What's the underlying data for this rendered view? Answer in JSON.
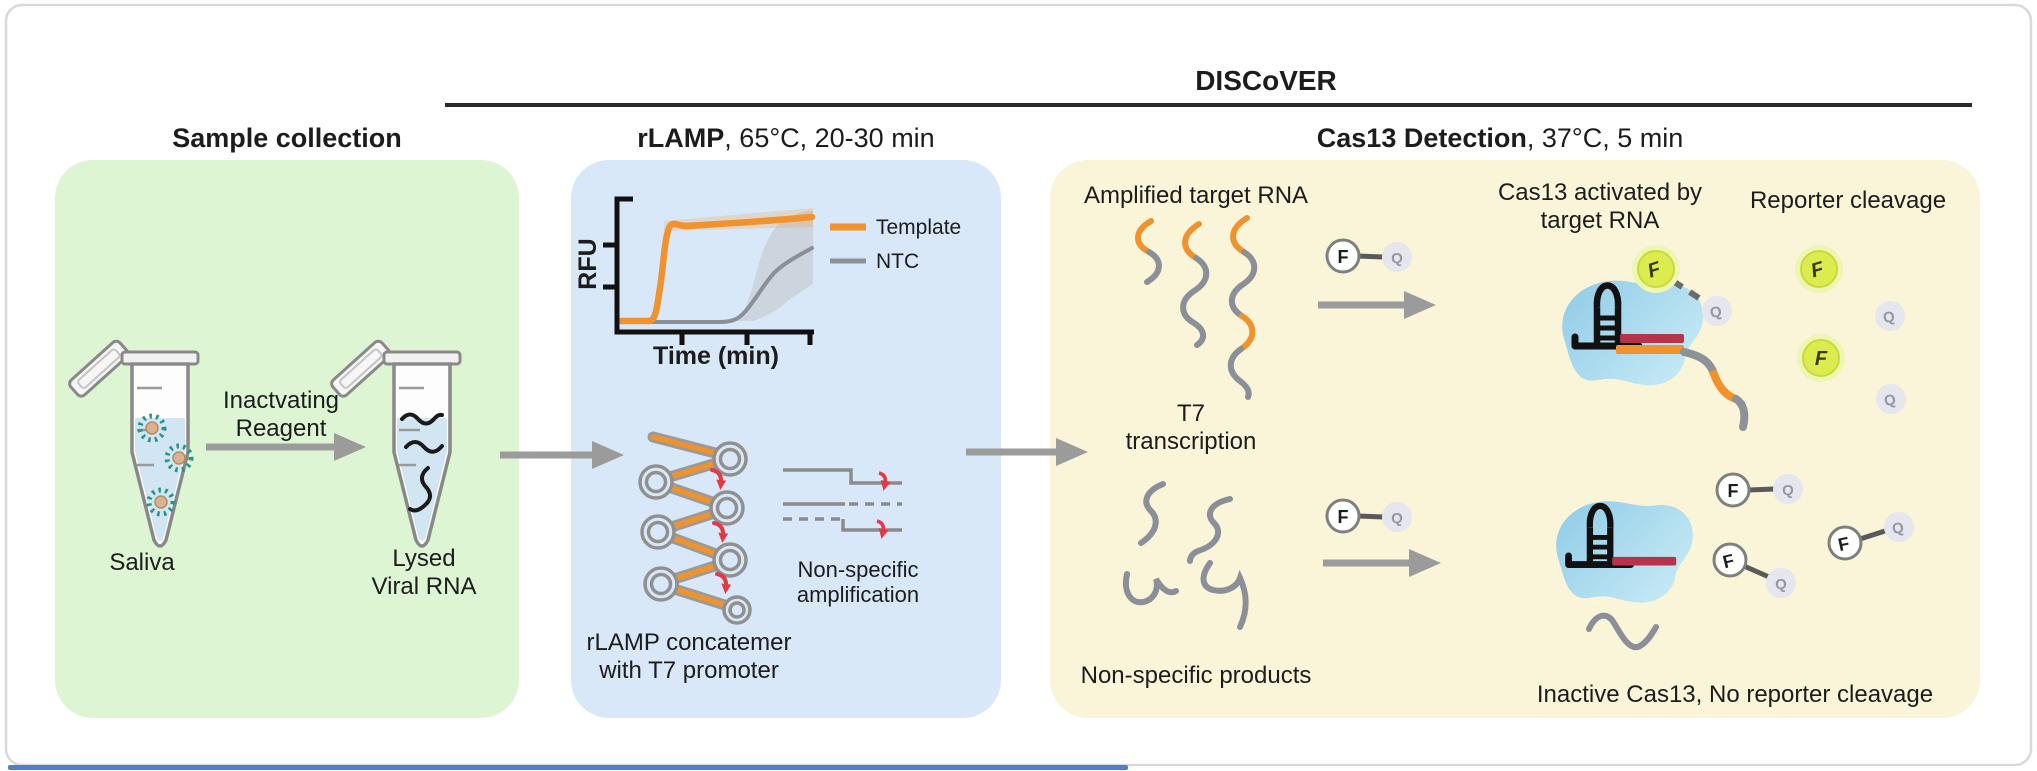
{
  "header": {
    "study_label": "DISCoVER"
  },
  "sections": {
    "sample": {
      "title": "Sample collection"
    },
    "rlamp": {
      "title_bold": "rLAMP",
      "title_rest": ", 65°C, 20-30 min"
    },
    "cas13": {
      "title_bold": "Cas13 Detection",
      "title_rest": ", 37°C, 5 min"
    }
  },
  "sample_panel": {
    "tube1_label": "Saliva",
    "arrow_label_line1": "Inactvating",
    "arrow_label_line2": "Reagent",
    "tube2_label_line1": "Lysed",
    "tube2_label_line2": "Viral RNA"
  },
  "rlamp_panel": {
    "graph": {
      "ylabel": "RFU",
      "xlabel": "Time (min)",
      "legend_template": "Template",
      "legend_ntc": "NTC"
    },
    "nonspecific_label_line1": "Non-specific",
    "nonspecific_label_line2": "amplification",
    "concatemer_label_line1": "rLAMP concatemer",
    "concatemer_label_line2": "with T7 promoter"
  },
  "cas13_panel": {
    "amplified_label": "Amplified target RNA",
    "t7_label_line1": "T7",
    "t7_label_line2": "transcription",
    "activated_label_line1": "Cas13 activated by",
    "activated_label_line2": "target RNA",
    "reporter_cleavage_label": "Reporter cleavage",
    "nonspecific_products_label": "Non-specific products",
    "inactive_label": "Inactive Cas13, No reporter cleavage",
    "reporter": {
      "fluorophore": "F",
      "quencher": "Q"
    }
  },
  "chart_data": {
    "type": "line",
    "title": "",
    "xlabel": "Time (min)",
    "ylabel": "RFU",
    "grid": false,
    "axes_numeric_labels": false,
    "legend_position": "right",
    "series": [
      {
        "name": "Template",
        "color": "#F0922D",
        "band": "narrow",
        "x_norm": [
          0,
          0.15,
          0.2,
          0.35,
          0.6,
          1.0
        ],
        "y_norm": [
          0.02,
          0.05,
          0.88,
          0.89,
          0.91,
          0.94
        ]
      },
      {
        "name": "NTC",
        "color": "#8A8F98",
        "band": "wide",
        "x_norm": [
          0,
          0.5,
          0.6,
          0.72,
          0.85,
          1.0
        ],
        "y_norm": [
          0.02,
          0.02,
          0.1,
          0.28,
          0.48,
          0.68
        ]
      }
    ]
  },
  "colors": {
    "panel_green": "#DEF5D3",
    "panel_blue": "#D9E8F8",
    "panel_yellow": "#FAF5D8",
    "template_orange": "#F0922D",
    "ntc_gray": "#8A8F98",
    "arrow_gray": "#9B9B9B",
    "active_fluor": "#DCEC4F",
    "fluor_glow": "#EDF6B3",
    "quencher_gray": "#E6E6EE",
    "cas13_blue": "#8FCBE8",
    "cas13_blue_light": "#C5E9F4",
    "red_accent": "#E23A44",
    "crrna_red_bar": "#B5344B",
    "liquid_blue": "#D2E5F3",
    "virus_teal": "#27968A",
    "progress_blue": "#4D7ED2"
  }
}
